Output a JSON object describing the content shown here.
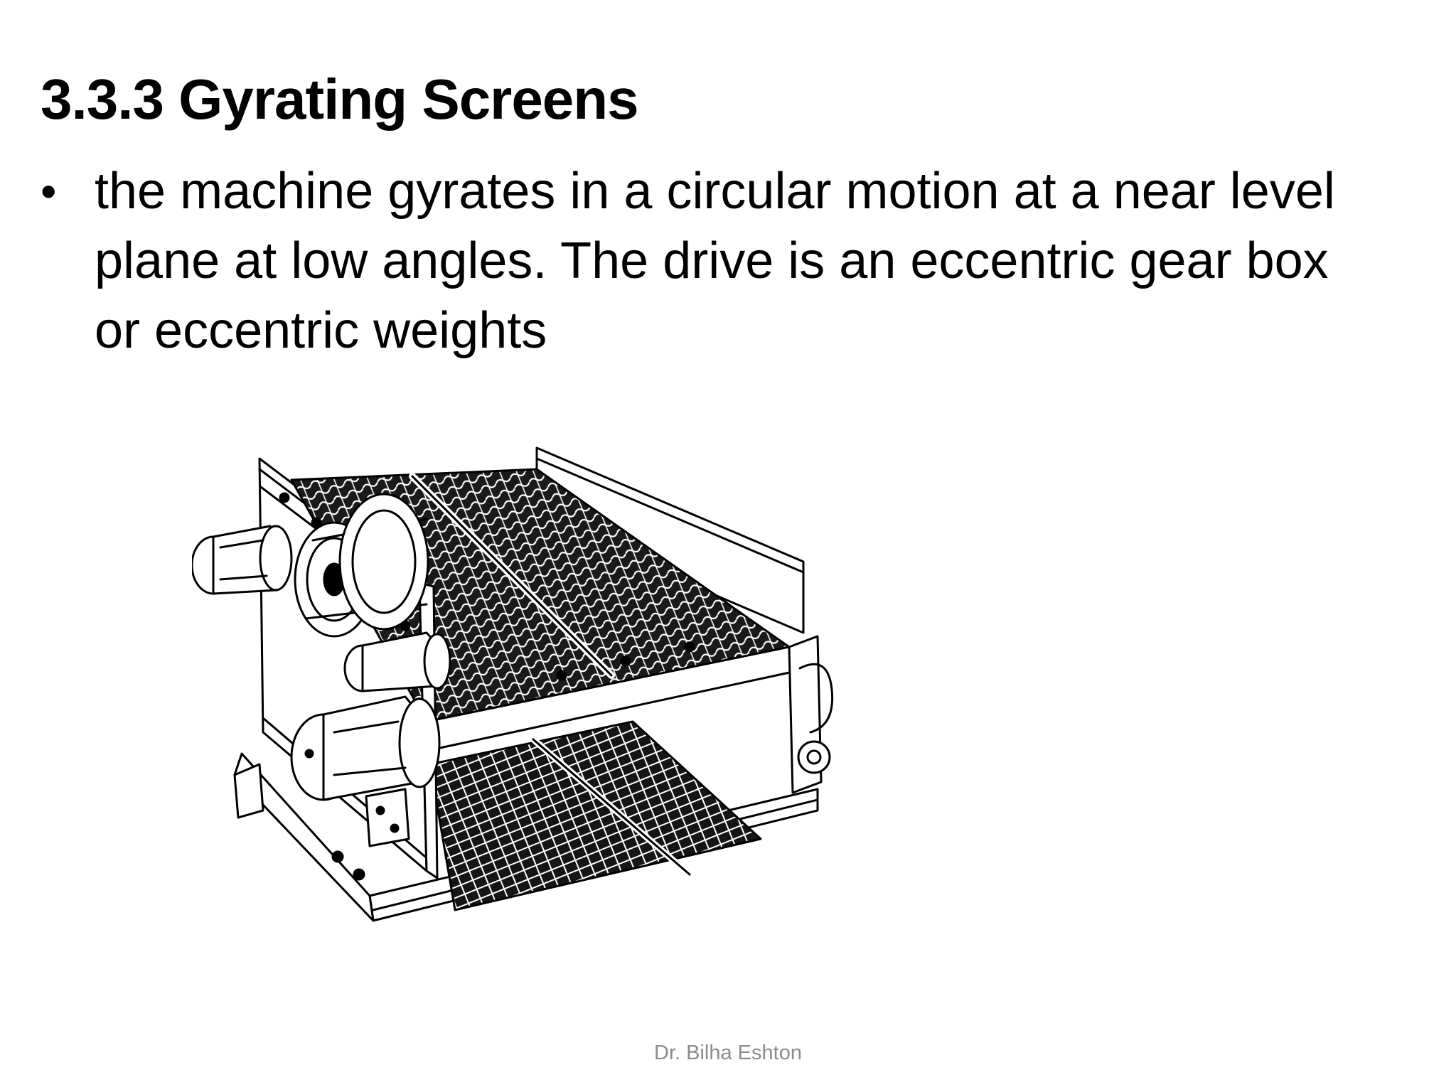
{
  "slide": {
    "title": "3.3.3 Gyrating Screens",
    "bullets": [
      {
        "marker": "•",
        "lines": [
          "the machine gyrates in a circular motion at a near level",
          "plane at low angles. The drive is an eccentric gear box",
          "or eccentric weights"
        ]
      }
    ],
    "figure_icon": "gyrating-screen-machine-drawing",
    "footer": "Dr. Bilha Eshton"
  }
}
